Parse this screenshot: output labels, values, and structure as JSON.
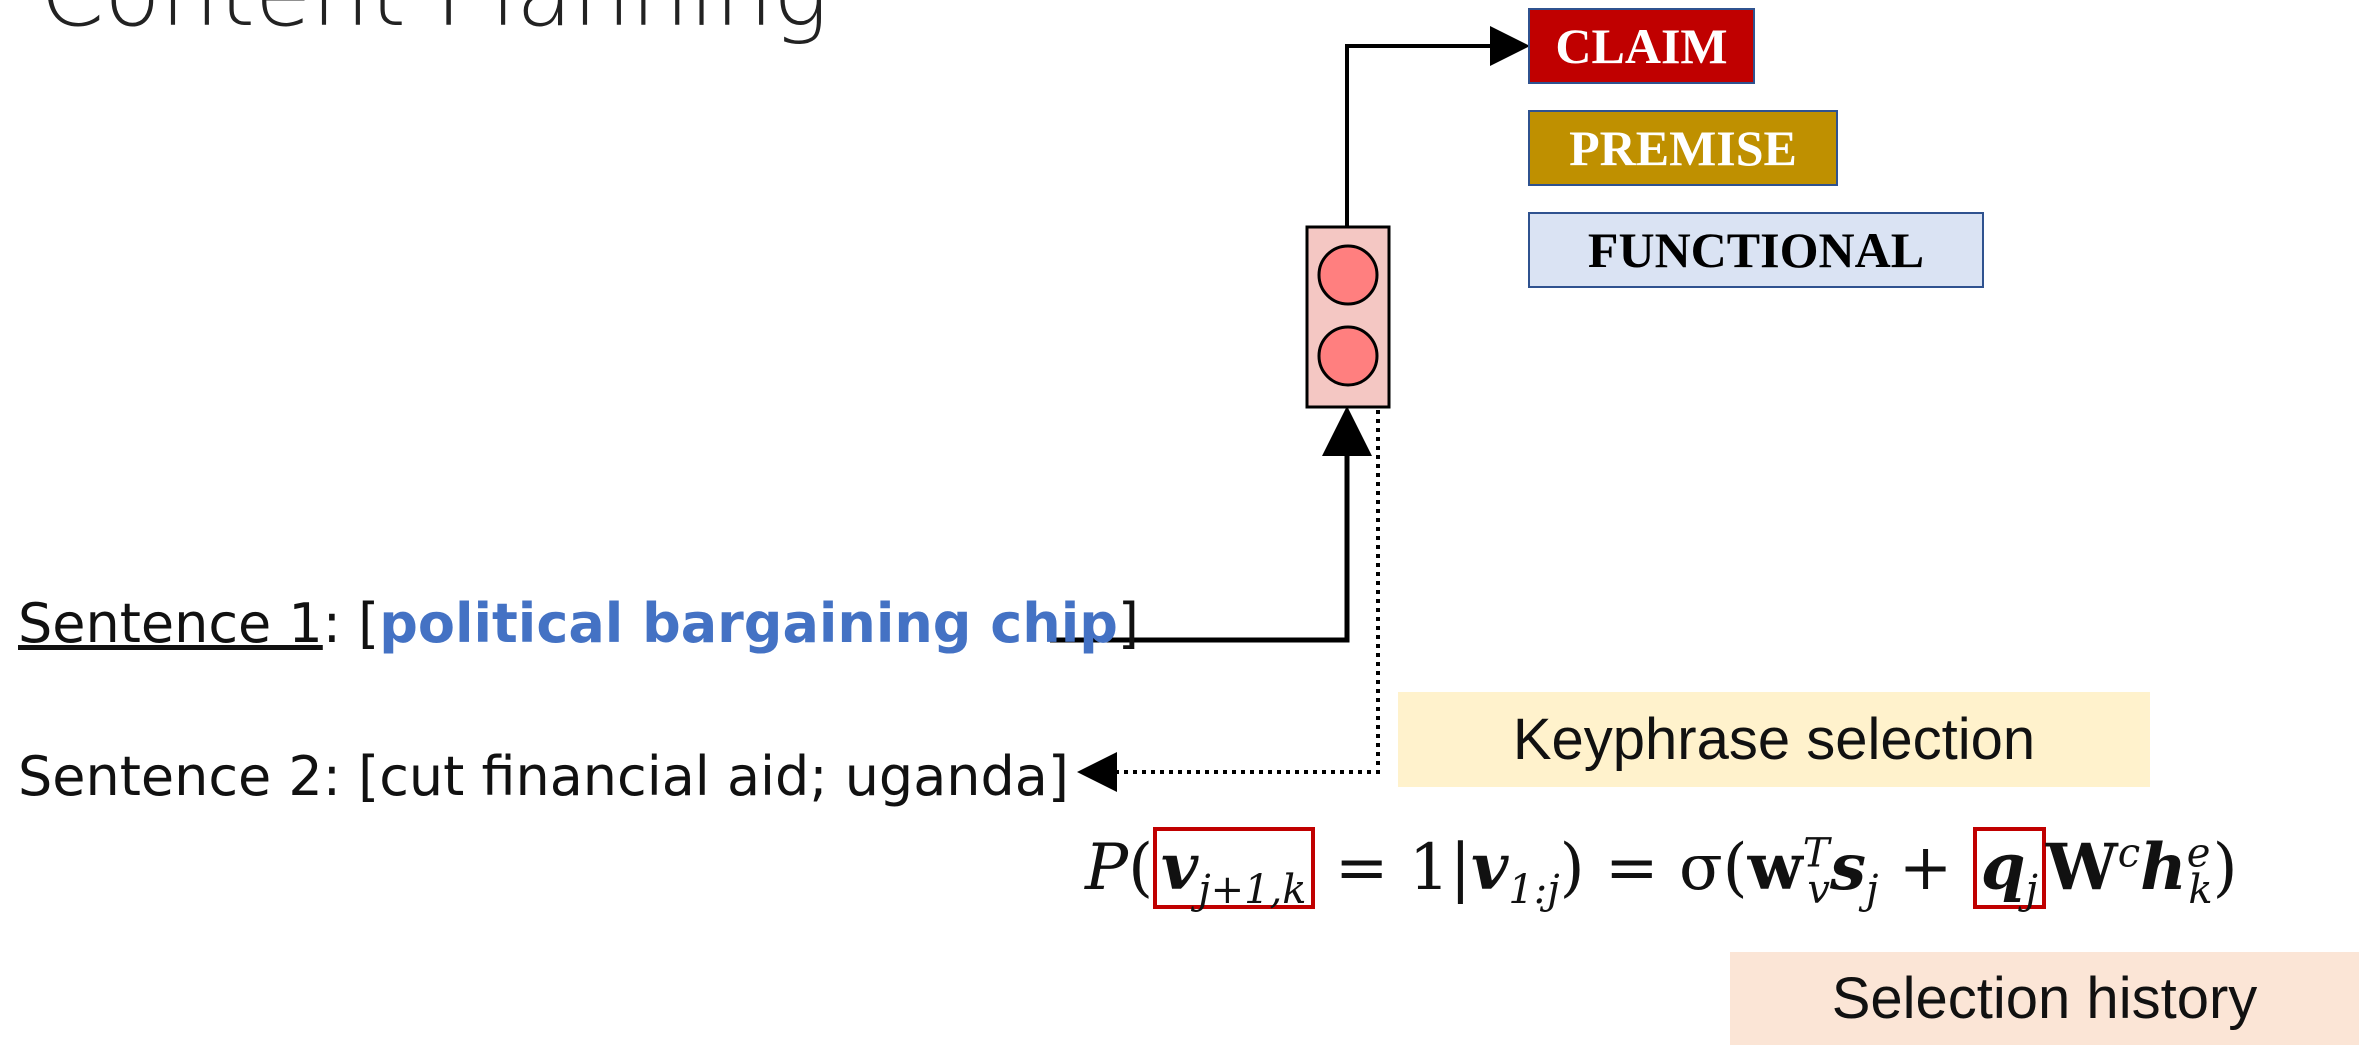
{
  "title": "Content Planning",
  "labels": {
    "claim": "CLAIM",
    "premise": "PREMISE",
    "functional": "FUNCTIONAL"
  },
  "sentence1": {
    "prefix": "Sentence 1",
    "open": ": [",
    "keyphrase": "political bargaining chip",
    "close": "]"
  },
  "sentence2": "Sentence 2: [cut financial aid; uganda]",
  "keyphrase_selection": "Keyphrase selection",
  "selection_history": "Selection history",
  "equation": {
    "P": "P",
    "v": "v",
    "sub_j1k": "j+1,k",
    "eq1": " = 1|",
    "sub_1j": "1:j",
    "rhs_start": " = σ(",
    "w": "w",
    "sup_T": "T",
    "sub_v": "v",
    "s": "s",
    "sub_j": "j",
    "plus": " + ",
    "q": "q",
    "W": "W",
    "sup_c": "c",
    "h": "h",
    "sup_e": "e",
    "sub_k": "k",
    "close": ")"
  },
  "colors": {
    "claim": "#c00000",
    "premise": "#bf9000",
    "functional": "#dae3f3",
    "keyphrase_text": "#4472c4",
    "keyphrase_box": "#fff2cc",
    "history_box": "#fbe5d6",
    "node_fill": "#f4c7c3",
    "circle_fill": "#ff7f7f",
    "highlight": "#c00000"
  }
}
